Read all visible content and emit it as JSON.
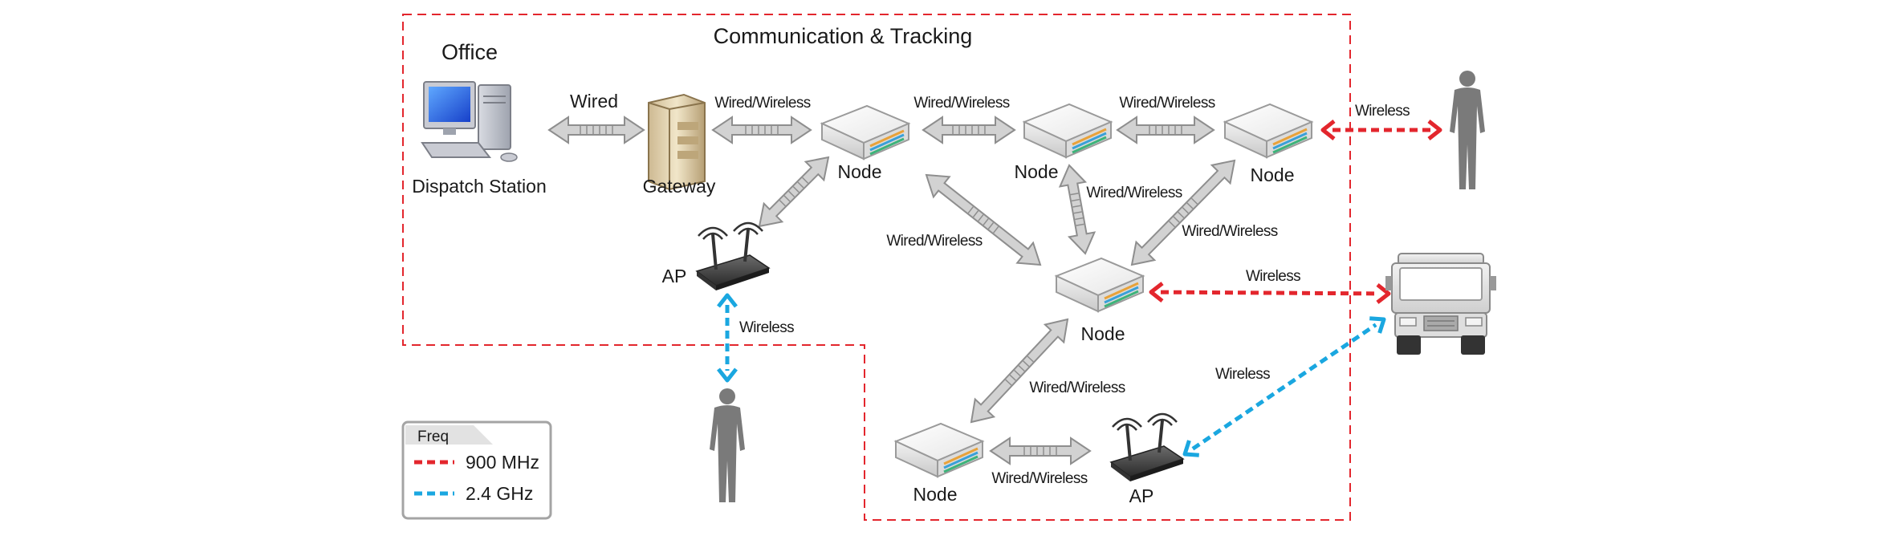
{
  "colors": {
    "boundary": "#e3262d",
    "freq_900": "#e3262d",
    "freq_24": "#1aa7e0",
    "wired_arrow_fill": "#d2d2d2",
    "wired_arrow_stroke": "#8e8e8e",
    "person": "#7a7a7a"
  },
  "diagram": {
    "title": "Communication & Tracking",
    "office_label": "Office",
    "nodes": {
      "dispatch": {
        "label": "Dispatch Station",
        "icon": "desktop-computer-icon"
      },
      "gateway": {
        "label": "Gateway",
        "icon": "server-tower-icon"
      },
      "node_a": {
        "label": "Node",
        "icon": "network-node-icon"
      },
      "node_b": {
        "label": "Node",
        "icon": "network-node-icon"
      },
      "node_c": {
        "label": "Node",
        "icon": "network-node-icon"
      },
      "node_d": {
        "label": "Node",
        "icon": "network-node-icon"
      },
      "node_e": {
        "label": "Node",
        "icon": "network-node-icon"
      },
      "ap_1": {
        "label": "AP",
        "icon": "wireless-router-icon"
      },
      "ap_2": {
        "label": "AP",
        "icon": "wireless-router-icon"
      },
      "person_1": {
        "icon": "person-icon"
      },
      "person_2": {
        "icon": "person-icon"
      },
      "truck": {
        "icon": "truck-icon"
      }
    },
    "links": [
      {
        "from": "dispatch",
        "to": "gateway",
        "label": "Wired",
        "medium": "wired"
      },
      {
        "from": "gateway",
        "to": "node_a",
        "label": "Wired/Wireless",
        "medium": "wired"
      },
      {
        "from": "node_a",
        "to": "node_b",
        "label": "Wired/Wireless",
        "medium": "wired"
      },
      {
        "from": "node_b",
        "to": "node_c",
        "label": "Wired/Wireless",
        "medium": "wired"
      },
      {
        "from": "node_c",
        "to": "person_1",
        "label": "Wireless",
        "medium": "900 MHz"
      },
      {
        "from": "node_a",
        "to": "ap_1",
        "label": "",
        "medium": "wired"
      },
      {
        "from": "node_a",
        "to": "node_d",
        "label": "Wired/Wireless",
        "medium": "wired"
      },
      {
        "from": "node_b",
        "to": "node_d",
        "label": "Wired/Wireless",
        "medium": "wired"
      },
      {
        "from": "node_c",
        "to": "node_d",
        "label": "Wired/Wireless",
        "medium": "wired"
      },
      {
        "from": "node_d",
        "to": "truck",
        "label": "Wireless",
        "medium": "900 MHz"
      },
      {
        "from": "ap_1",
        "to": "person_2",
        "label": "Wireless",
        "medium": "2.4 GHz"
      },
      {
        "from": "node_d",
        "to": "node_e",
        "label": "Wired/Wireless",
        "medium": "wired"
      },
      {
        "from": "node_e",
        "to": "ap_2",
        "label": "Wired/Wireless",
        "medium": "wired"
      },
      {
        "from": "ap_2",
        "to": "truck",
        "label": "Wireless",
        "medium": "2.4 GHz"
      }
    ],
    "legend": {
      "title": "Freq",
      "items": [
        {
          "label": "900 MHz",
          "color": "#e3262d"
        },
        {
          "label": "2.4 GHz",
          "color": "#1aa7e0"
        }
      ]
    }
  }
}
